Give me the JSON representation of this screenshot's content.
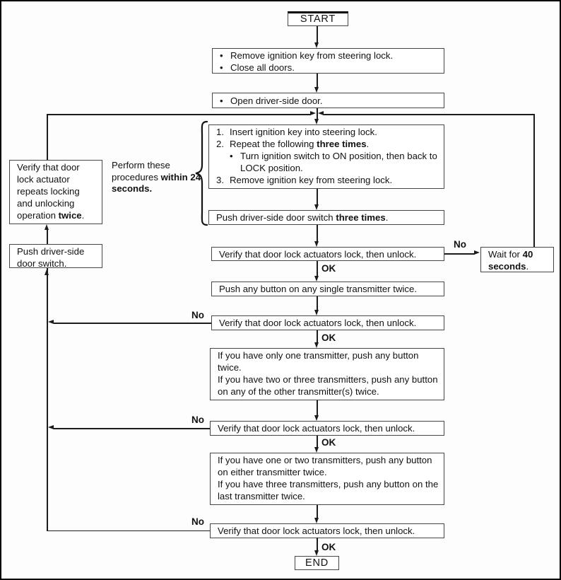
{
  "colors": {
    "background": "#ffffff",
    "line": "#1c1c1c",
    "box_border": "#474747",
    "text": "#111111"
  },
  "nodes": {
    "start": {
      "label": "START"
    },
    "prepare": {
      "paras": [
        {
          "marker": "•",
          "indent": 0,
          "segments": [
            {
              "t": "Remove ignition key from steering lock.",
              "b": false
            }
          ]
        },
        {
          "marker": "•",
          "indent": 0,
          "segments": [
            {
              "t": "Close all doors.",
              "b": false
            }
          ]
        }
      ]
    },
    "open_door": {
      "paras": [
        {
          "marker": "•",
          "indent": 0,
          "segments": [
            {
              "t": "Open driver-side door.",
              "b": false
            }
          ]
        }
      ]
    },
    "key_cycle": {
      "paras": [
        {
          "marker": "1.",
          "indent": 0,
          "segments": [
            {
              "t": "Insert ignition key into steering lock.",
              "b": false
            }
          ]
        },
        {
          "marker": "2.",
          "indent": 0,
          "segments": [
            {
              "t": "Repeat the following ",
              "b": false
            },
            {
              "t": "three times",
              "b": true
            },
            {
              "t": ".",
              "b": false
            }
          ]
        },
        {
          "marker": "•",
          "indent": 1,
          "segments": [
            {
              "t": "Turn ignition switch to ON position, then back to LOCK position.",
              "b": false
            }
          ]
        },
        {
          "marker": "3.",
          "indent": 0,
          "segments": [
            {
              "t": "Remove ignition key from steering lock.",
              "b": false
            }
          ]
        }
      ]
    },
    "push_three": {
      "paras": [
        {
          "marker": "",
          "indent": 0,
          "segments": [
            {
              "t": "Push driver-side door switch ",
              "b": false
            },
            {
              "t": "three times",
              "b": true
            },
            {
              "t": ".",
              "b": false
            }
          ]
        }
      ]
    },
    "verify_1": {
      "paras": [
        {
          "marker": "",
          "indent": 0,
          "segments": [
            {
              "t": "Verify that door lock actuators lock, then unlock.",
              "b": false
            }
          ]
        }
      ]
    },
    "push_any": {
      "paras": [
        {
          "marker": "",
          "indent": 0,
          "segments": [
            {
              "t": "Push any button on any single transmitter twice.",
              "b": false
            }
          ]
        }
      ]
    },
    "verify_2": {
      "paras": [
        {
          "marker": "",
          "indent": 0,
          "segments": [
            {
              "t": "Verify that door lock actuators lock, then unlock.",
              "b": false
            }
          ]
        }
      ]
    },
    "one_transmitter": {
      "paras": [
        {
          "marker": "",
          "indent": 0,
          "segments": [
            {
              "t": "If you have only one transmitter, push any button twice.",
              "b": false
            }
          ]
        },
        {
          "marker": "",
          "indent": 0,
          "segments": [
            {
              "t": "If you have two or three transmitters, push any button on any of the other transmitter(s) twice.",
              "b": false
            }
          ]
        }
      ]
    },
    "verify_3": {
      "paras": [
        {
          "marker": "",
          "indent": 0,
          "segments": [
            {
              "t": "Verify that door lock actuators lock, then unlock.",
              "b": false
            }
          ]
        }
      ]
    },
    "one_or_two": {
      "paras": [
        {
          "marker": "",
          "indent": 0,
          "segments": [
            {
              "t": "If you have one or two transmitters, push any button on either transmitter twice.",
              "b": false
            }
          ]
        },
        {
          "marker": "",
          "indent": 0,
          "segments": [
            {
              "t": "If you have three transmitters, push any button on the last transmitter twice.",
              "b": false
            }
          ]
        }
      ]
    },
    "verify_4": {
      "paras": [
        {
          "marker": "",
          "indent": 0,
          "segments": [
            {
              "t": "Verify that door lock actuators lock, then unlock.",
              "b": false
            }
          ]
        }
      ]
    },
    "end": {
      "label": "END"
    },
    "verify_actuator": {
      "paras": [
        {
          "marker": "",
          "indent": 0,
          "segments": [
            {
              "t": "Verify that door lock actuator repeats locking and unlocking operation ",
              "b": false
            },
            {
              "t": "twice",
              "b": true
            },
            {
              "t": ".",
              "b": false
            }
          ]
        }
      ]
    },
    "push_door_switch": {
      "paras": [
        {
          "marker": "",
          "indent": 0,
          "segments": [
            {
              "t": "Push driver-side door switch.",
              "b": false
            }
          ]
        }
      ]
    },
    "wait_40": {
      "paras": [
        {
          "marker": "",
          "indent": 0,
          "segments": [
            {
              "t": "Wait for ",
              "b": false
            },
            {
              "t": "40 seconds",
              "b": true
            },
            {
              "t": ".",
              "b": false
            }
          ]
        }
      ]
    }
  },
  "annotations": {
    "perform_within": {
      "segments": [
        {
          "t": "Perform these procedures ",
          "b": false
        },
        {
          "t": "within 24 seconds.",
          "b": true
        }
      ]
    }
  },
  "labels": {
    "ok1": "OK",
    "ok2": "OK",
    "ok3": "OK",
    "ok4": "OK",
    "no_wait": "No",
    "no_1": "No",
    "no_2": "No",
    "no_3": "No"
  }
}
